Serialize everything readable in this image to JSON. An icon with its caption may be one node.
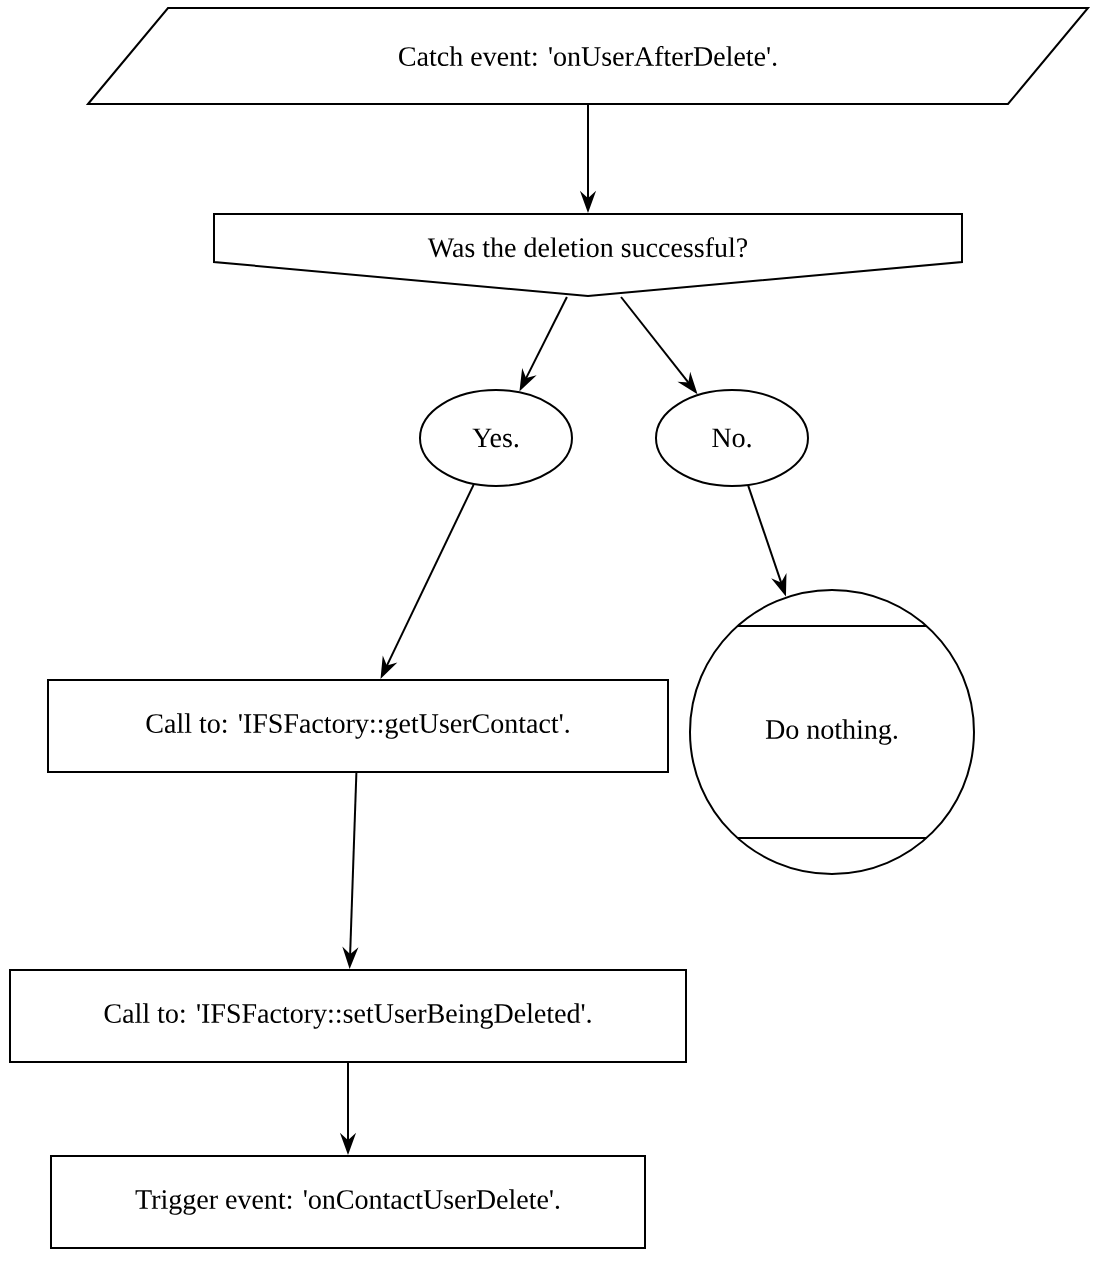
{
  "diagram": {
    "nodes": [
      {
        "text": [
          "Catch event: 'onUserAfterDelete'."
        ]
      },
      {
        "text": [
          "Was the deletion successful?"
        ]
      },
      {
        "text": [
          "Yes."
        ]
      },
      {
        "text": [
          "No."
        ]
      },
      {
        "text": [
          "Do nothing."
        ]
      },
      {
        "text": [
          "Call to: 'IFSFactory::getUserContact'."
        ]
      },
      {
        "text": [
          "Call to: 'IFSFactory::setUserBeingDeleted'."
        ]
      },
      {
        "text": [
          "Trigger event: 'onContactUserDelete'."
        ]
      }
    ],
    "edges": [
      {
        "from": 0,
        "to": 1,
        "arrow": "to"
      },
      {
        "from": 1,
        "to": 2,
        "arrow": "to"
      },
      {
        "from": 1,
        "to": 3,
        "arrow": "to"
      },
      {
        "from": 2,
        "to": 5,
        "arrow": "to"
      },
      {
        "from": 3,
        "to": 4,
        "arrow": "to"
      },
      {
        "from": 5,
        "to": 6,
        "arrow": "to"
      },
      {
        "from": 6,
        "to": 7,
        "arrow": "to"
      }
    ]
  }
}
